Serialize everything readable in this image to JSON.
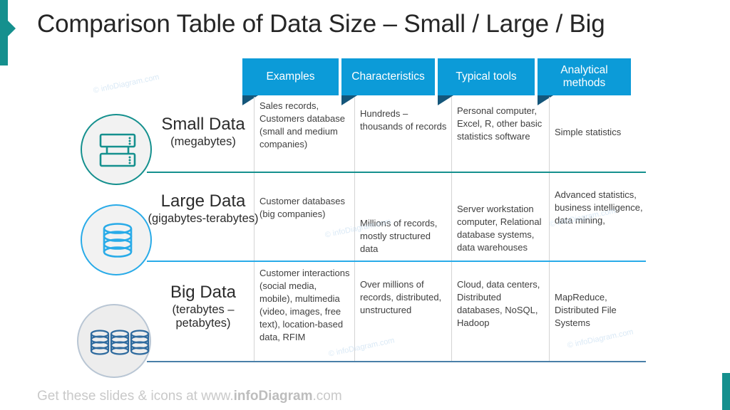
{
  "slide": {
    "title": "Comparison Table of Data Size – Small / Large / Big",
    "accent_teal": "#15908E",
    "accent_blue": "#0C9BD8",
    "fold_color": "#14567A"
  },
  "footer": {
    "prefix": "Get these slides & icons at www.",
    "brand": "infoDiagram",
    "suffix": ".com"
  },
  "watermark": {
    "text": "© infoDiagram.com"
  },
  "table": {
    "columns": [
      {
        "label": "Examples"
      },
      {
        "label": "Characteristics"
      },
      {
        "label": "Typical tools"
      },
      {
        "label": "Analytical methods"
      }
    ],
    "rows": [
      {
        "id": "small-data",
        "title": "Small Data",
        "subtitle": "(megabytes)",
        "icon": "server-rack-icon",
        "accent": "#15908E",
        "circle_fill": "#F2F2F2",
        "divider_color": "#15908E",
        "cells": [
          "Sales records, Customers database (small and medium companies)",
          "Hundreds – thousands of records",
          "Personal computer, Excel, R, other basic statistics software",
          "Simple statistics"
        ]
      },
      {
        "id": "large-data",
        "title": "Large Data",
        "subtitle": "(gigabytes-terabytes)",
        "icon": "database-cylinder-icon",
        "accent": "#29ABE8",
        "circle_fill": "#F2F2F2",
        "divider_color": "#29ABE8",
        "cells": [
          "Customer databases (big companies)",
          "Millions of records, mostly structured data",
          "Server workstation computer, Relational database systems, data warehouses",
          "Advanced statistics, business intelligence, data mining,"
        ]
      },
      {
        "id": "big-data",
        "title": "Big Data",
        "subtitle": "(terabytes – petabytes)",
        "icon": "triple-database-icon",
        "accent": "#2E6A9E",
        "circle_fill": "#EDEDED",
        "divider_color": "#4A7FA8",
        "cells": [
          "Customer interactions (social media, mobile), multimedia (video, images, free text), location-based data, RFIM",
          "Over millions of records, distributed, unstructured",
          "Cloud, data centers, Distributed databases, NoSQL, Hadoop",
          "MapReduce, Distributed File Systems"
        ]
      }
    ]
  }
}
